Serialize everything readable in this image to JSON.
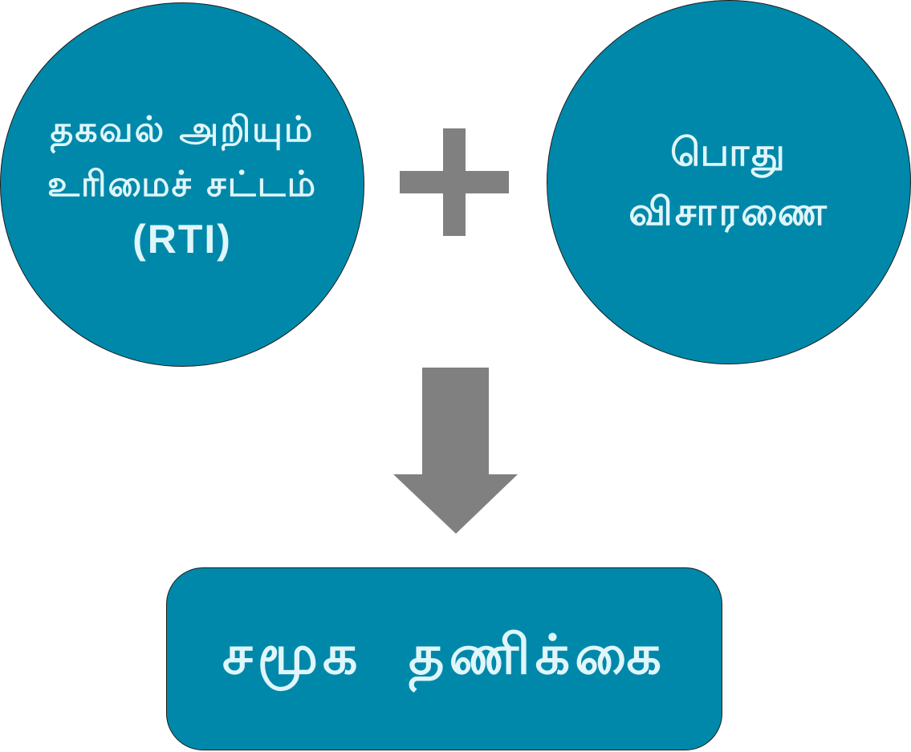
{
  "colors": {
    "node_fill": "#0088aa",
    "node_text": "#dff6fb",
    "connector": "#808080",
    "outline": "#1a1a1a"
  },
  "nodes": {
    "left_circle": {
      "lines": [
        "தகவல் அறியும்",
        "உரிமைச் சட்டம்",
        "(RTI)"
      ]
    },
    "right_circle": {
      "lines": [
        "பொது",
        "விசாரணை"
      ]
    },
    "result_box": {
      "label": "சமூக தணிக்கை"
    }
  },
  "connectors": {
    "combine_icon": "plus-icon",
    "result_icon": "arrow-down-icon"
  }
}
